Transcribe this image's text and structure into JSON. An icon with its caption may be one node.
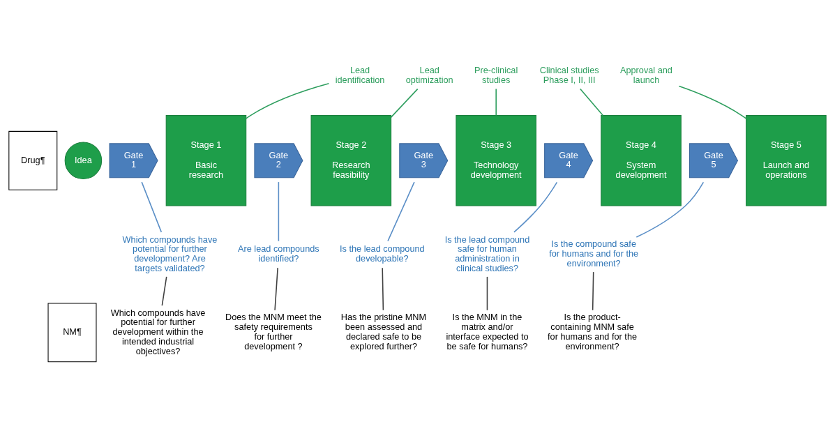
{
  "diagram": {
    "nodes": [
      {
        "text": [
          "Drug¶"
        ]
      },
      {
        "text": [
          "Lead identification"
        ]
      },
      {
        "text": [
          "Lead optimization"
        ]
      },
      {
        "text": [
          "Pre-clinical studies"
        ]
      },
      {
        "text": [
          "Clinical studies Phase I, II, III"
        ]
      },
      {
        "text": [
          "Approval and launch"
        ]
      },
      {
        "text": [
          "Idea"
        ]
      },
      {
        "text": [
          "Gate 1"
        ]
      },
      {
        "text": [
          "Stage 1",
          "Basic research"
        ]
      },
      {
        "text": [
          "Gate 2"
        ]
      },
      {
        "text": [
          "Stage 2",
          "Research feasibility"
        ]
      },
      {
        "text": [
          "Gate 3"
        ]
      },
      {
        "text": [
          "Stage 3",
          "Technology development"
        ]
      },
      {
        "text": [
          "Gate 4"
        ]
      },
      {
        "text": [
          "Stage 4",
          "System development"
        ]
      },
      {
        "text": [
          "Gate 5"
        ]
      },
      {
        "text": [
          "Stage 5",
          "Launch and operations"
        ]
      },
      {
        "text": [
          "Which compounds have potential for further development? Are targets validated?"
        ]
      },
      {
        "text": [
          "Are lead compounds identified?"
        ]
      },
      {
        "text": [
          "Is the lead compound developable?"
        ]
      },
      {
        "text": [
          "Is the lead compound safe for human administration in clinical studies?"
        ]
      },
      {
        "text": [
          "Is the compound safe for humans and for the environment?"
        ]
      },
      {
        "text": [
          "NM¶"
        ]
      },
      {
        "text": [
          "Which compounds have potential for further development within the intended industrial objectives?"
        ]
      },
      {
        "text": [
          "Does the MNM meet the safety requirements for further development ?"
        ]
      },
      {
        "text": [
          "Has the pristine MNM been assessed and declared safe to be explored further?"
        ]
      },
      {
        "text": [
          "Is the MNM in the matrix and/or interface expected to be safe for humans?"
        ]
      },
      {
        "text": [
          "Is the product-containing MNM safe for humans and for the environment?"
        ]
      }
    ],
    "edges": [
      {
        "from": 1,
        "to": 8,
        "arrow": "none",
        "color": "#2e9e5e"
      },
      {
        "from": 2,
        "to": 10,
        "arrow": "none",
        "color": "#2e9e5e"
      },
      {
        "from": 3,
        "to": 12,
        "arrow": "none",
        "color": "#2e9e5e"
      },
      {
        "from": 4,
        "to": 14,
        "arrow": "none",
        "color": "#2e9e5e"
      },
      {
        "from": 5,
        "to": 16,
        "arrow": "none",
        "color": "#2e9e5e"
      },
      {
        "from": 7,
        "to": 17,
        "arrow": "none",
        "color": "#5b8fc7"
      },
      {
        "from": 9,
        "to": 18,
        "arrow": "none",
        "color": "#5b8fc7"
      },
      {
        "from": 11,
        "to": 19,
        "arrow": "none",
        "color": "#5b8fc7"
      },
      {
        "from": 13,
        "to": 20,
        "arrow": "none",
        "color": "#5b8fc7"
      },
      {
        "from": 15,
        "to": 21,
        "arrow": "none",
        "color": "#5b8fc7"
      },
      {
        "from": 17,
        "to": 23,
        "arrow": "none",
        "color": "#404040"
      },
      {
        "from": 18,
        "to": 24,
        "arrow": "none",
        "color": "#404040"
      },
      {
        "from": 19,
        "to": 25,
        "arrow": "none",
        "color": "#404040"
      },
      {
        "from": 20,
        "to": 26,
        "arrow": "none",
        "color": "#404040"
      },
      {
        "from": 21,
        "to": 27,
        "arrow": "none",
        "color": "#404040"
      }
    ]
  }
}
